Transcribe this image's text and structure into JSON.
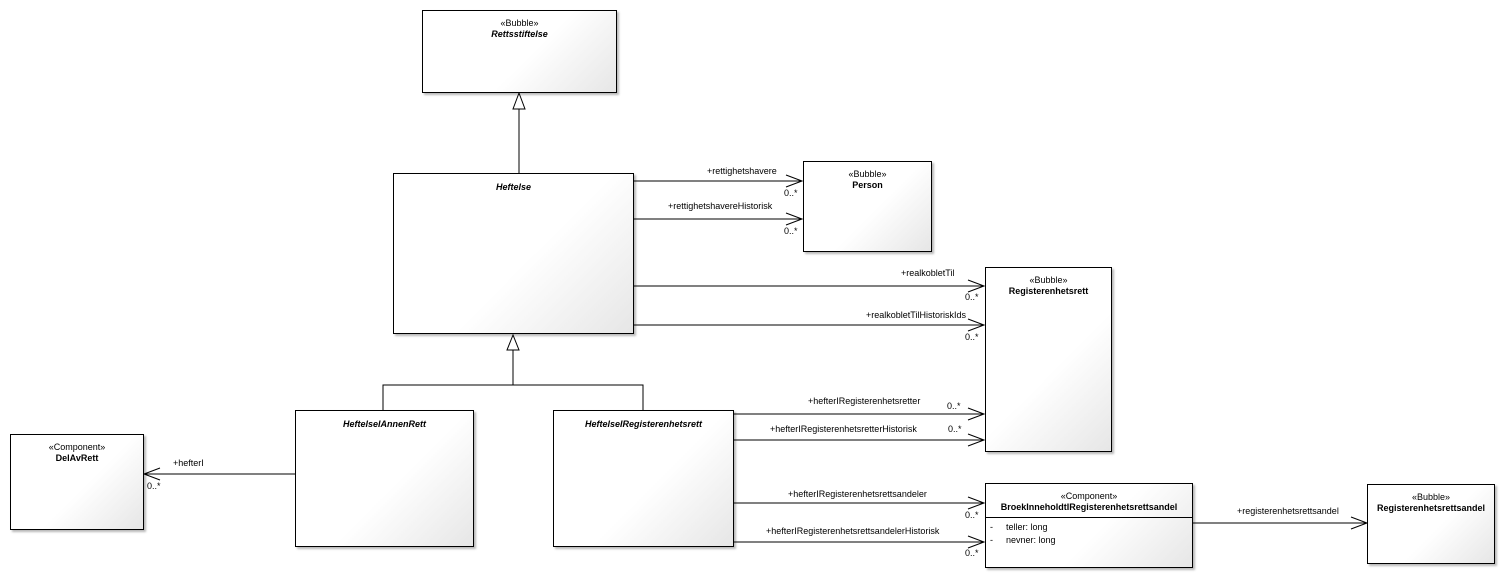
{
  "classes": {
    "rettsstiftelse": {
      "stereotype": "«Bubble»",
      "name": "Rettsstiftelse"
    },
    "heftelse": {
      "name": "Heftelse"
    },
    "person": {
      "stereotype": "«Bubble»",
      "name": "Person"
    },
    "registerenhetsrett": {
      "stereotype": "«Bubble»",
      "name": "Registerenhetsrett"
    },
    "delavrett": {
      "stereotype": "«Component»",
      "name": "DelAvRett"
    },
    "heftelseiannenrett": {
      "name": "HeftelseIAnnenRett"
    },
    "heftelseiregisterenhetsrett": {
      "name": "HeftelseIRegisterenhetsrett"
    },
    "broek": {
      "stereotype": "«Component»",
      "name": "BroekInneholdtIRegisterenhetsrettsandel",
      "attributes": [
        {
          "visibility": "-",
          "text": "teller: long"
        },
        {
          "visibility": "-",
          "text": "nevner: long"
        }
      ]
    },
    "registerenhetsrettsandel": {
      "stereotype": "«Bubble»",
      "name": "Registerenhetsrettsandel"
    }
  },
  "associations": {
    "rettighetshavere": {
      "role": "+rettighetshavere",
      "multiplicity": "0..*"
    },
    "rettighetshavereHistorisk": {
      "role": "+rettighetshavereHistorisk",
      "multiplicity": "0..*"
    },
    "realkobletTil": {
      "role": "+realkobletTil",
      "multiplicity": "0..*"
    },
    "realkobletTilHistoriskIds": {
      "role": "+realkobletTilHistoriskIds",
      "multiplicity": "0..*"
    },
    "hefterI": {
      "role": "+hefterI",
      "multiplicity": "0..*"
    },
    "hefterIRegisterenhetsretter": {
      "role": "+hefterIRegisterenhetsretter",
      "multiplicity": "0..*"
    },
    "hefterIRegisterenhetsretterHistorisk": {
      "role": "+hefterIRegisterenhetsretterHistorisk",
      "multiplicity": "0..*"
    },
    "hefterIRegisterenhetsrettsandeler": {
      "role": "+hefterIRegisterenhetsrettsandeler",
      "multiplicity": "0..*"
    },
    "hefterIRegisterenhetsrettsandelerHistorisk": {
      "role": "+hefterIRegisterenhetsrettsandelerHistorisk",
      "multiplicity": "0..*"
    },
    "registerenhetsrettsandel": {
      "role": "+registerenhetsrettsandel"
    }
  }
}
